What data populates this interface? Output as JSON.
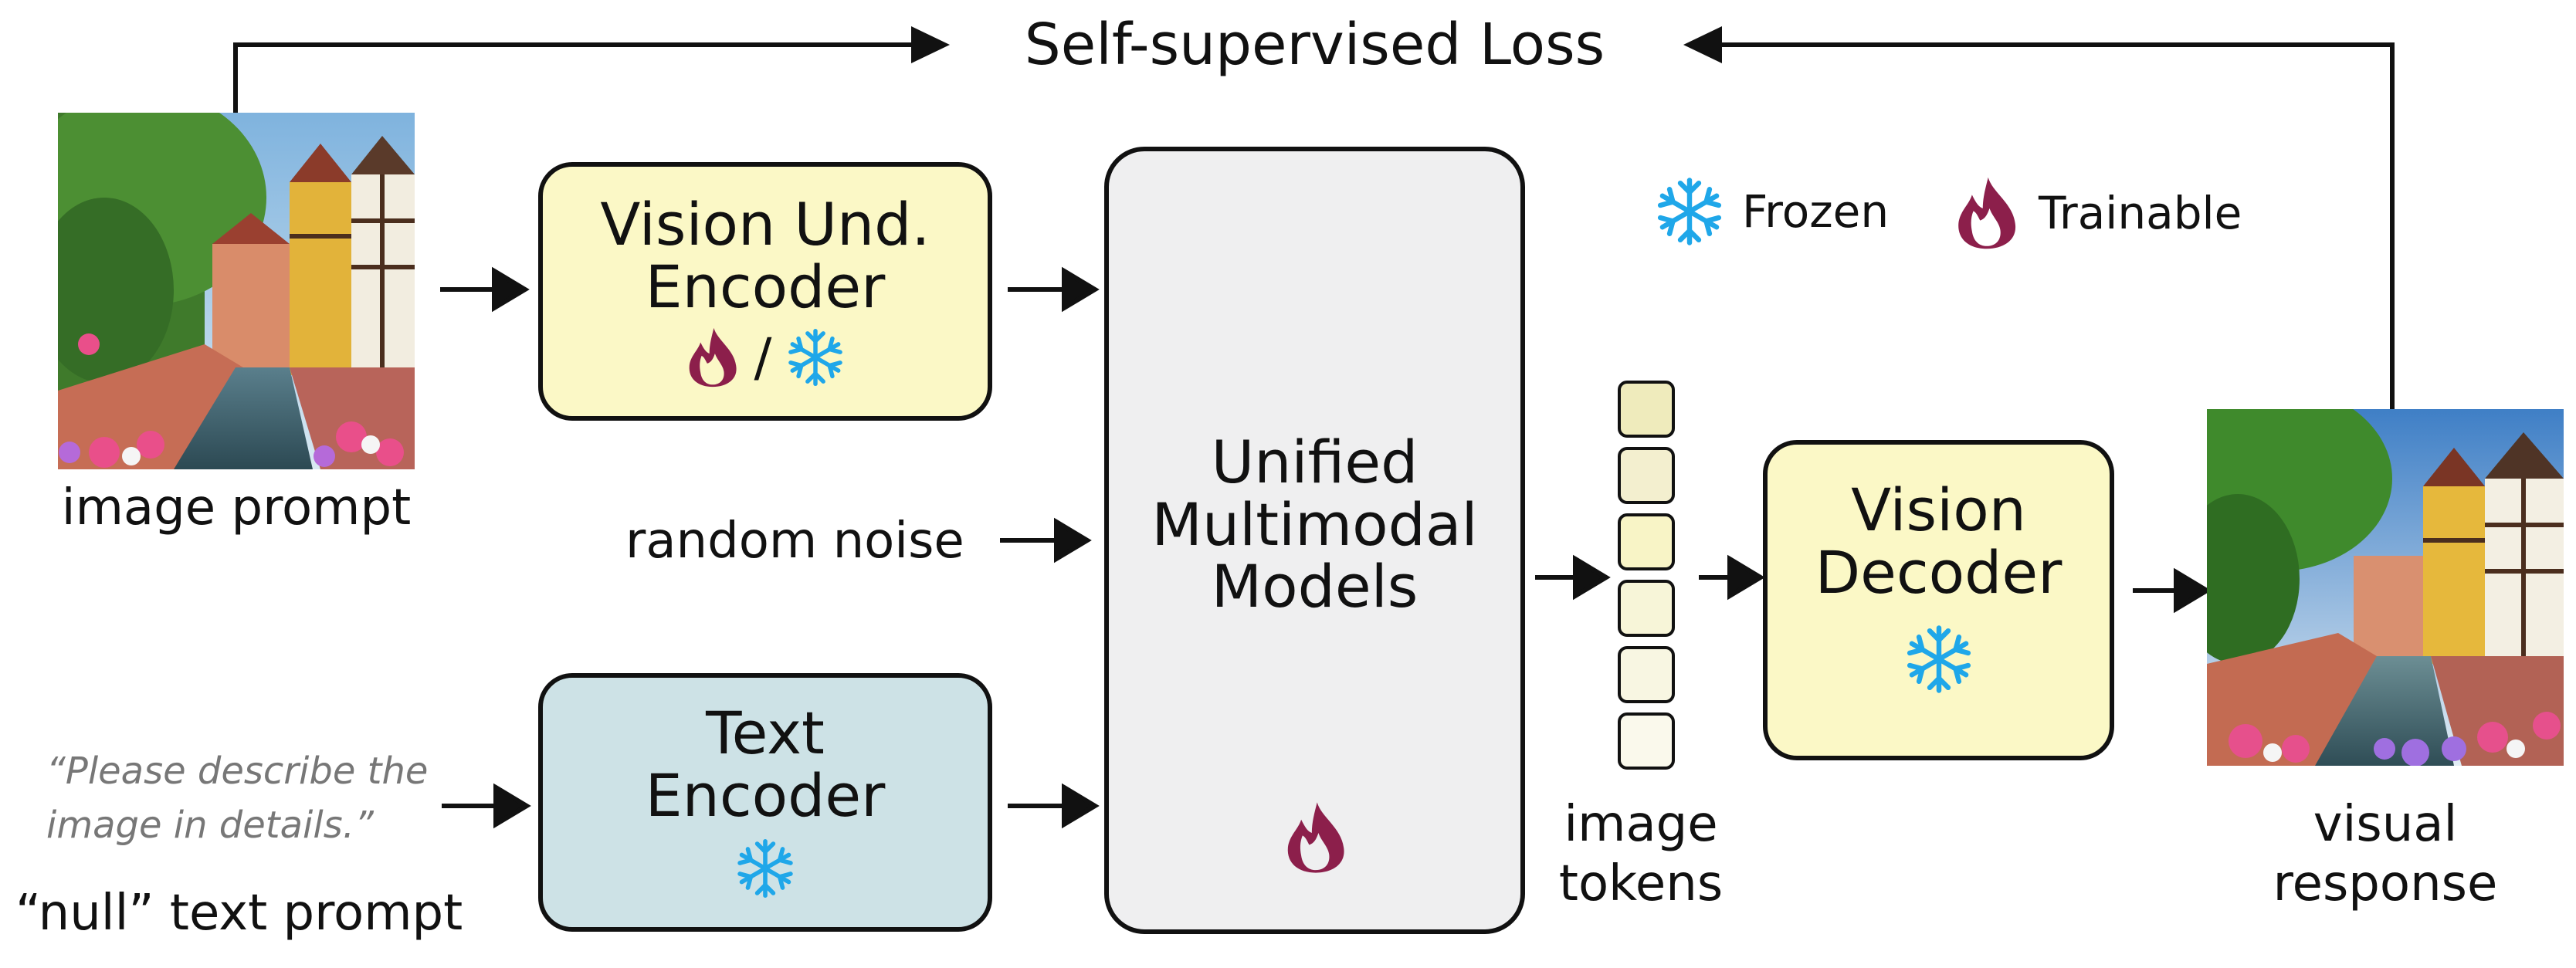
{
  "loss": {
    "title": "Self-supervised Loss"
  },
  "legend": {
    "frozen": "Frozen",
    "trainable": "Trainable"
  },
  "inputs": {
    "image_prompt": "image prompt",
    "random_noise": "random noise",
    "quote_line1": "“Please describe the",
    "quote_line2": "image in details.”",
    "null_prompt": "“null” text prompt"
  },
  "boxes": {
    "vision_encoder": {
      "line1": "Vision Und.",
      "line2": "Encoder",
      "separator": "/"
    },
    "text_encoder": {
      "line1": "Text",
      "line2": "Encoder"
    },
    "umm": {
      "line1": "Unified",
      "line2": "Multimodal",
      "line3": "Models"
    },
    "vision_decoder": {
      "line1": "Vision",
      "line2": "Decoder"
    }
  },
  "tokens": {
    "label_line1": "image",
    "label_line2": "tokens",
    "fills": [
      "#efebbc",
      "#f3efcf",
      "#f8f4c6",
      "#f7f5d8",
      "#f8f6e2",
      "#faf9ec"
    ]
  },
  "outputs": {
    "line1": "visual",
    "line2": "response"
  },
  "colors": {
    "yellow_box": "#fbf8c6",
    "blue_box": "#cde2e6",
    "gray_box": "#efeff0",
    "frozen": "#1fa7e9",
    "trainable": "#8c1f4b"
  },
  "icons": {
    "frozen": "snowflake-icon",
    "trainable": "flame-icon"
  }
}
